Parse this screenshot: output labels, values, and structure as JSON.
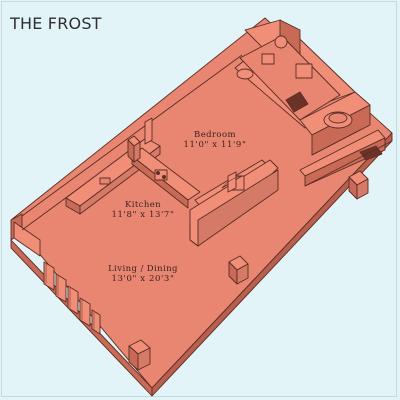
{
  "title": "THE FROST",
  "rooms": {
    "bedroom": {
      "name": "Bedroom",
      "dims": "11'0\" x 11'9\""
    },
    "kitchen": {
      "name": "Kitchen",
      "dims": "11'8\" x 13'7\""
    },
    "living": {
      "name": "Living / Dining",
      "dims": "13'0\" x 20'3\""
    }
  },
  "colors": {
    "background": "#e3f4f8",
    "floor": "#e88671",
    "wall_top": "#f08e78",
    "wall_side": "#c96a57",
    "outline": "#5b2d24"
  }
}
